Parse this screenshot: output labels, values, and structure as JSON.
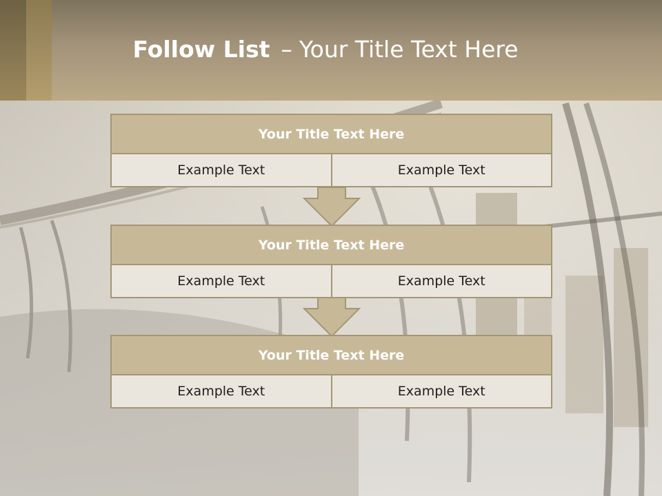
{
  "header": {
    "title_bold": "Follow List",
    "title_sep": "–",
    "title_rest": "Your Title Text Here"
  },
  "blocks": [
    {
      "title": "Your Title Text Here",
      "left": "Example Text",
      "right": "Example Text"
    },
    {
      "title": "Your Title Text Here",
      "left": "Example Text",
      "right": "Example Text"
    },
    {
      "title": "Your Title Text Here",
      "left": "Example Text",
      "right": "Example Text"
    }
  ],
  "colors": {
    "header": "#a3937a",
    "accent": "#c7b998",
    "border": "#a39676",
    "cell": "#ebe6dd"
  },
  "icons": {
    "connector": "down-arrow-icon"
  }
}
